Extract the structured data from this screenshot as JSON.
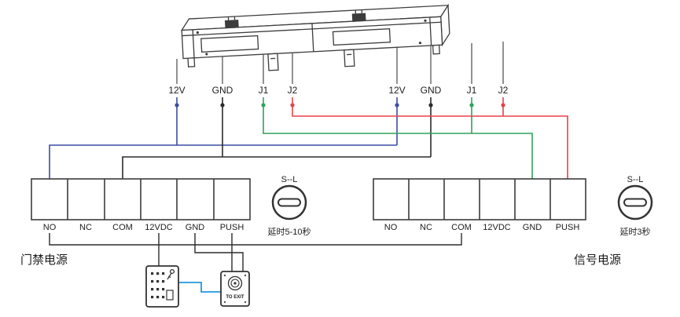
{
  "colors": {
    "line": "#3c3c3c",
    "text": "#1d1d1d",
    "wire_blue": "#3b4ea3",
    "wire_black": "#2b2b2b",
    "wire_green": "#2fa35c",
    "wire_red": "#e8414b",
    "wire_lightblue": "#2397dc"
  },
  "maglock": {
    "wire_labels_left": [
      "12V",
      "GND",
      "J1",
      "J2"
    ],
    "wire_labels_right": [
      "12V",
      "GND",
      "J1",
      "J2"
    ]
  },
  "left_psu": {
    "terminals": [
      "NO",
      "NC",
      "COM",
      "12VDC",
      "GND",
      "PUSH"
    ],
    "caption": "门禁电源",
    "timer_label": "S--L",
    "timer_note": "延时5-10秒"
  },
  "right_psu": {
    "terminals": [
      "NO",
      "NC",
      "COM",
      "12VDC",
      "GND",
      "PUSH"
    ],
    "caption": "信号电源",
    "timer_label": "S--L",
    "timer_note": "延时3秒"
  },
  "exit_button": {
    "label": "TO EXIT"
  }
}
